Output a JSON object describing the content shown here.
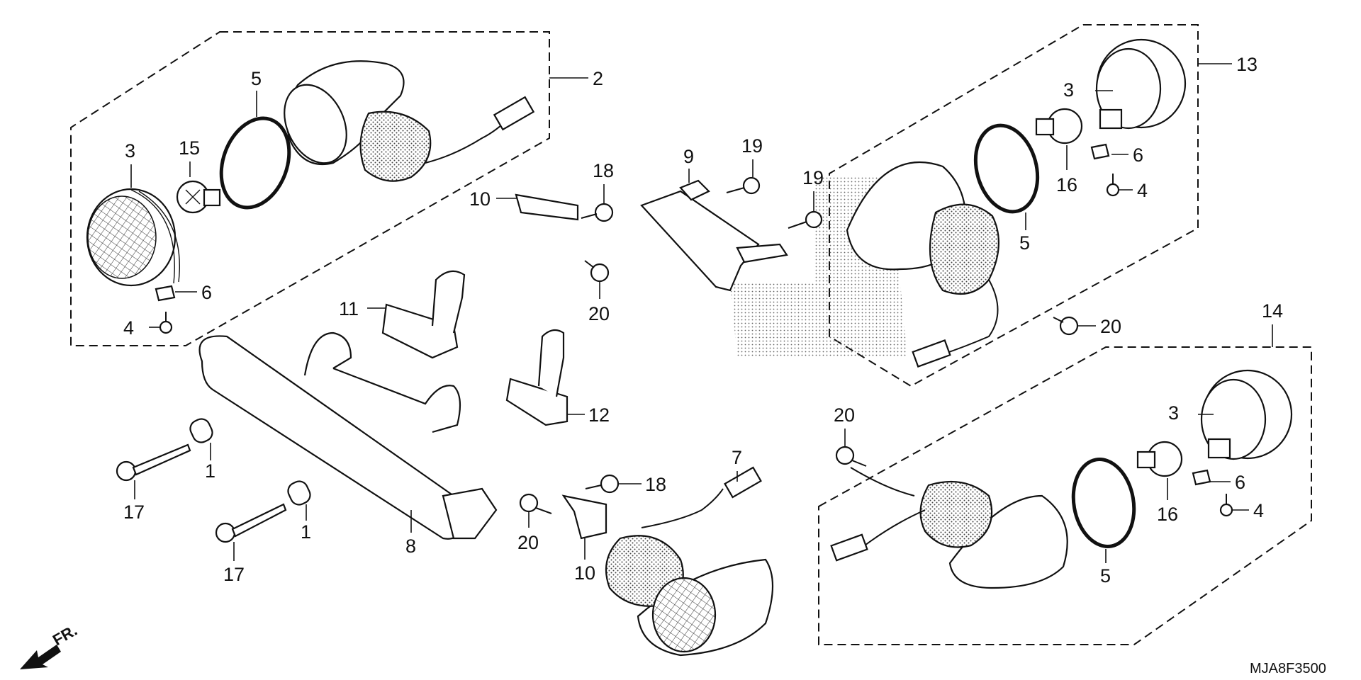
{
  "diagram": {
    "code": "MJA8F3500",
    "direction_label": "FR.",
    "callouts": {
      "c1a": "1",
      "c1b": "1",
      "c2": "2",
      "c3a": "3",
      "c3b": "3",
      "c3c": "3",
      "c4a": "4",
      "c4b": "4",
      "c4c": "4",
      "c5a": "5",
      "c5b": "5",
      "c5c": "5",
      "c6a": "6",
      "c6b": "6",
      "c6c": "6",
      "c7": "7",
      "c8": "8",
      "c9": "9",
      "c10a": "10",
      "c10b": "10",
      "c11": "11",
      "c12": "12",
      "c13": "13",
      "c14": "14",
      "c15": "15",
      "c16a": "16",
      "c16b": "16",
      "c17a": "17",
      "c17b": "17",
      "c18a": "18",
      "c18b": "18",
      "c19a": "19",
      "c19b": "19",
      "c20a": "20",
      "c20b": "20",
      "c20c": "20",
      "c20d": "20"
    }
  }
}
